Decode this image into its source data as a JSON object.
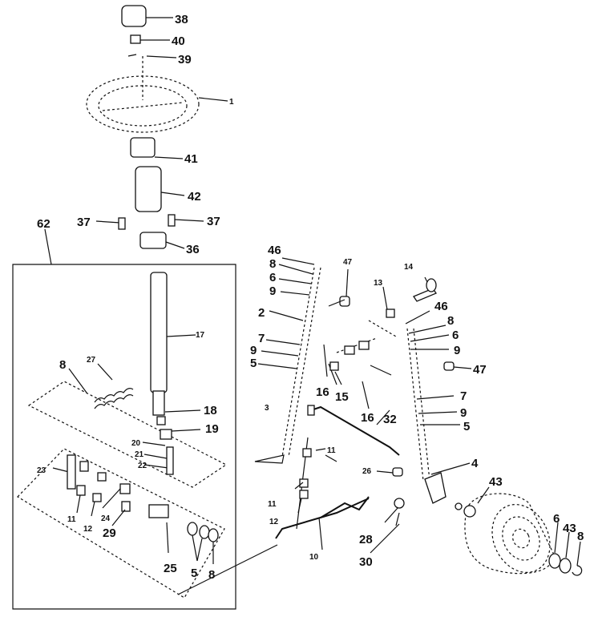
{
  "labels": {
    "l38": "38",
    "l40": "40",
    "l39": "39",
    "l1": "1",
    "l41": "41",
    "l42": "42",
    "l37a": "37",
    "l37b": "37",
    "l62": "62",
    "l36": "36",
    "l46a": "46",
    "l8a": "8",
    "l6a": "6",
    "l9a": "9",
    "l47a": "47",
    "l13": "13",
    "l14": "14",
    "l2": "2",
    "l46b": "46",
    "l8b": "8",
    "l6b": "6",
    "l9b": "9",
    "l7a": "7",
    "l9c": "9",
    "l5a": "5",
    "l16a": "16",
    "l15": "15",
    "l47b": "47",
    "l17": "17",
    "l27": "27",
    "l8c": "8",
    "l18": "18",
    "l19": "19",
    "l20": "20",
    "l21": "21",
    "l22": "22",
    "l3": "3",
    "l16b": "16",
    "l32": "32",
    "l7b": "7",
    "l9d": "9",
    "l5b": "5",
    "l11a": "11",
    "l26": "26",
    "l4": "4",
    "l23": "23",
    "l11b": "11",
    "l12a": "12",
    "l24": "24",
    "l29": "29",
    "l11c": "11",
    "l12b": "12",
    "l43a": "43",
    "l28": "28",
    "l6c": "6",
    "l43b": "43",
    "l8d": "8",
    "l25": "25",
    "l5c": "5",
    "l8e": "8",
    "l10": "10",
    "l30": "30"
  }
}
